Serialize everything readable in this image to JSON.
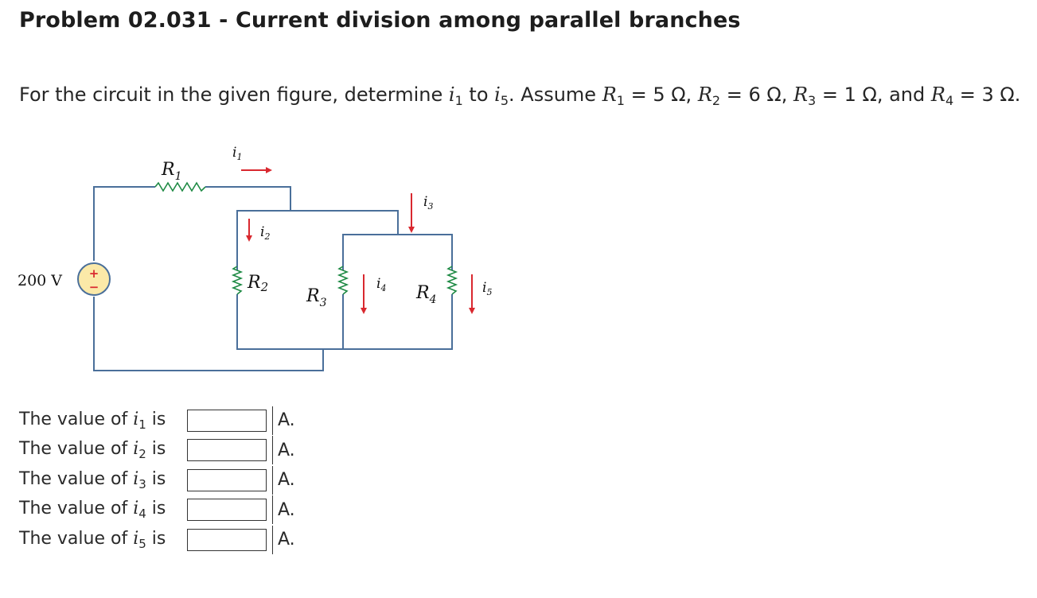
{
  "problem": {
    "title": "Problem 02.031 - Current division among parallel branches",
    "question_prefix": "For the circuit in the given figure, determine ",
    "currents_first": "i",
    "currents_first_sub": "1",
    "question_to": " to ",
    "currents_last": "i",
    "currents_last_sub": "5",
    "question_assume": ". Assume ",
    "r1": "R",
    "r1_sub": "1",
    "r1_val": " = 5 Ω, ",
    "r2": "R",
    "r2_sub": "2",
    "r2_val": " = 6 Ω, ",
    "r3": "R",
    "r3_sub": "3",
    "r3_val": " = 1 Ω, and ",
    "r4": "R",
    "r4_sub": "4",
    "r4_val": " = 3 Ω."
  },
  "circuit": {
    "source_label": "200 V",
    "source_plus": "+",
    "source_minus": "−",
    "r1_label": "R",
    "r1_sub": "1",
    "r2_label": "R",
    "r2_sub": "2",
    "r3_label": "R",
    "r3_sub": "3",
    "r4_label": "R",
    "r4_sub": "4",
    "i1": "i",
    "i1_sub": "1",
    "i2": "i",
    "i2_sub": "2",
    "i3": "i",
    "i3_sub": "3",
    "i4": "i",
    "i4_sub": "4",
    "i5": "i",
    "i5_sub": "5",
    "wire_color": "#4a6f9a",
    "arrow_color": "#d9282f",
    "source_fill": "#fbe9a8"
  },
  "answers": [
    {
      "prefix": "The value of ",
      "var": "i",
      "sub": "1",
      "suffix": " is",
      "value": "",
      "unit": "A."
    },
    {
      "prefix": "The value of ",
      "var": "i",
      "sub": "2",
      "suffix": " is",
      "value": "",
      "unit": "A."
    },
    {
      "prefix": "The value of ",
      "var": "i",
      "sub": "3",
      "suffix": " is",
      "value": "",
      "unit": "A."
    },
    {
      "prefix": "The value of ",
      "var": "i",
      "sub": "4",
      "suffix": " is",
      "value": "",
      "unit": "A."
    },
    {
      "prefix": "The value of ",
      "var": "i",
      "sub": "5",
      "suffix": " is",
      "value": "",
      "unit": "A."
    }
  ]
}
